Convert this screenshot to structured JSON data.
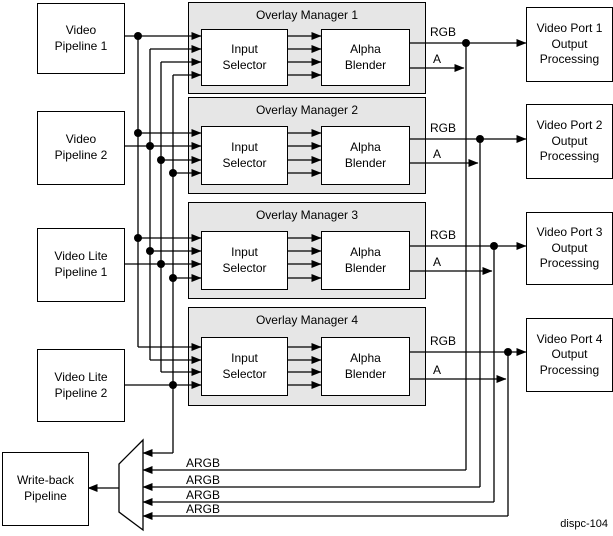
{
  "figure_label": "dispc-104",
  "colors": {
    "overlay_manager_fill": "#e6e6e6",
    "box_fill": "#ffffff",
    "line": "#000000"
  },
  "pipelines": [
    {
      "label": [
        "Video",
        "Pipeline 1"
      ]
    },
    {
      "label": [
        "Video",
        "Pipeline 2"
      ]
    },
    {
      "label": [
        "Video Lite",
        "Pipeline 1"
      ]
    },
    {
      "label": [
        "Video Lite",
        "Pipeline 2"
      ]
    }
  ],
  "overlay_managers": [
    {
      "title": "Overlay Manager 1",
      "input_selector": [
        "Input",
        "Selector"
      ],
      "alpha_blender": [
        "Alpha",
        "Blender"
      ],
      "rgb_label": "RGB",
      "a_label": "A"
    },
    {
      "title": "Overlay Manager 2",
      "input_selector": [
        "Input",
        "Selector"
      ],
      "alpha_blender": [
        "Alpha",
        "Blender"
      ],
      "rgb_label": "RGB",
      "a_label": "A"
    },
    {
      "title": "Overlay Manager 3",
      "input_selector": [
        "Input",
        "Selector"
      ],
      "alpha_blender": [
        "Alpha",
        "Blender"
      ],
      "rgb_label": "RGB",
      "a_label": "A"
    },
    {
      "title": "Overlay Manager 4",
      "input_selector": [
        "Input",
        "Selector"
      ],
      "alpha_blender": [
        "Alpha",
        "Blender"
      ],
      "rgb_label": "RGB",
      "a_label": "A"
    }
  ],
  "video_ports": [
    {
      "label": [
        "Video Port 1",
        "Output",
        "Processing"
      ]
    },
    {
      "label": [
        "Video Port 2",
        "Output",
        "Processing"
      ]
    },
    {
      "label": [
        "Video Port 3",
        "Output",
        "Processing"
      ]
    },
    {
      "label": [
        "Video Port 4",
        "Output",
        "Processing"
      ]
    }
  ],
  "writeback": {
    "label": [
      "Write-back",
      "Pipeline"
    ],
    "mux_input_labels": [
      "ARGB",
      "ARGB",
      "ARGB",
      "ARGB"
    ]
  }
}
